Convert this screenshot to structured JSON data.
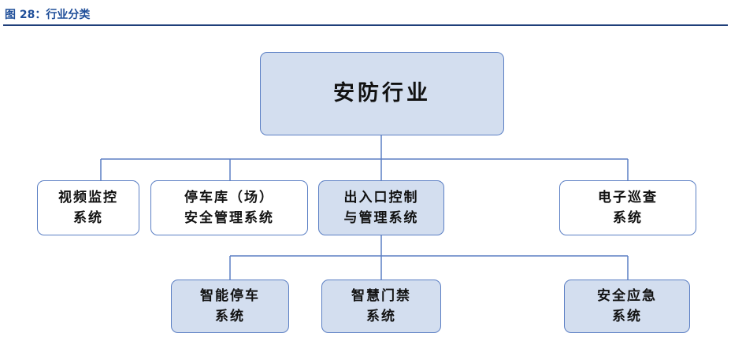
{
  "figure": {
    "title": "图 28：行业分类"
  },
  "root": {
    "label": "安防行业"
  },
  "level1": [
    {
      "line1": "视频监控",
      "line2": "系统"
    },
    {
      "line1": "停车库（场）",
      "line2": "安全管理系统"
    },
    {
      "line1": "出入口控制",
      "line2": "与管理系统"
    },
    {
      "line1": "电子巡查",
      "line2": "系统"
    }
  ],
  "level2": [
    {
      "line1": "智能停车",
      "line2": "系统"
    },
    {
      "line1": "智慧门禁",
      "line2": "系统"
    },
    {
      "line1": "安全应急",
      "line2": "系统"
    }
  ],
  "colors": {
    "line": "#5b7fc4",
    "fill": "#d3deef",
    "title": "#1f4e99",
    "rule": "#1f3f7a"
  }
}
